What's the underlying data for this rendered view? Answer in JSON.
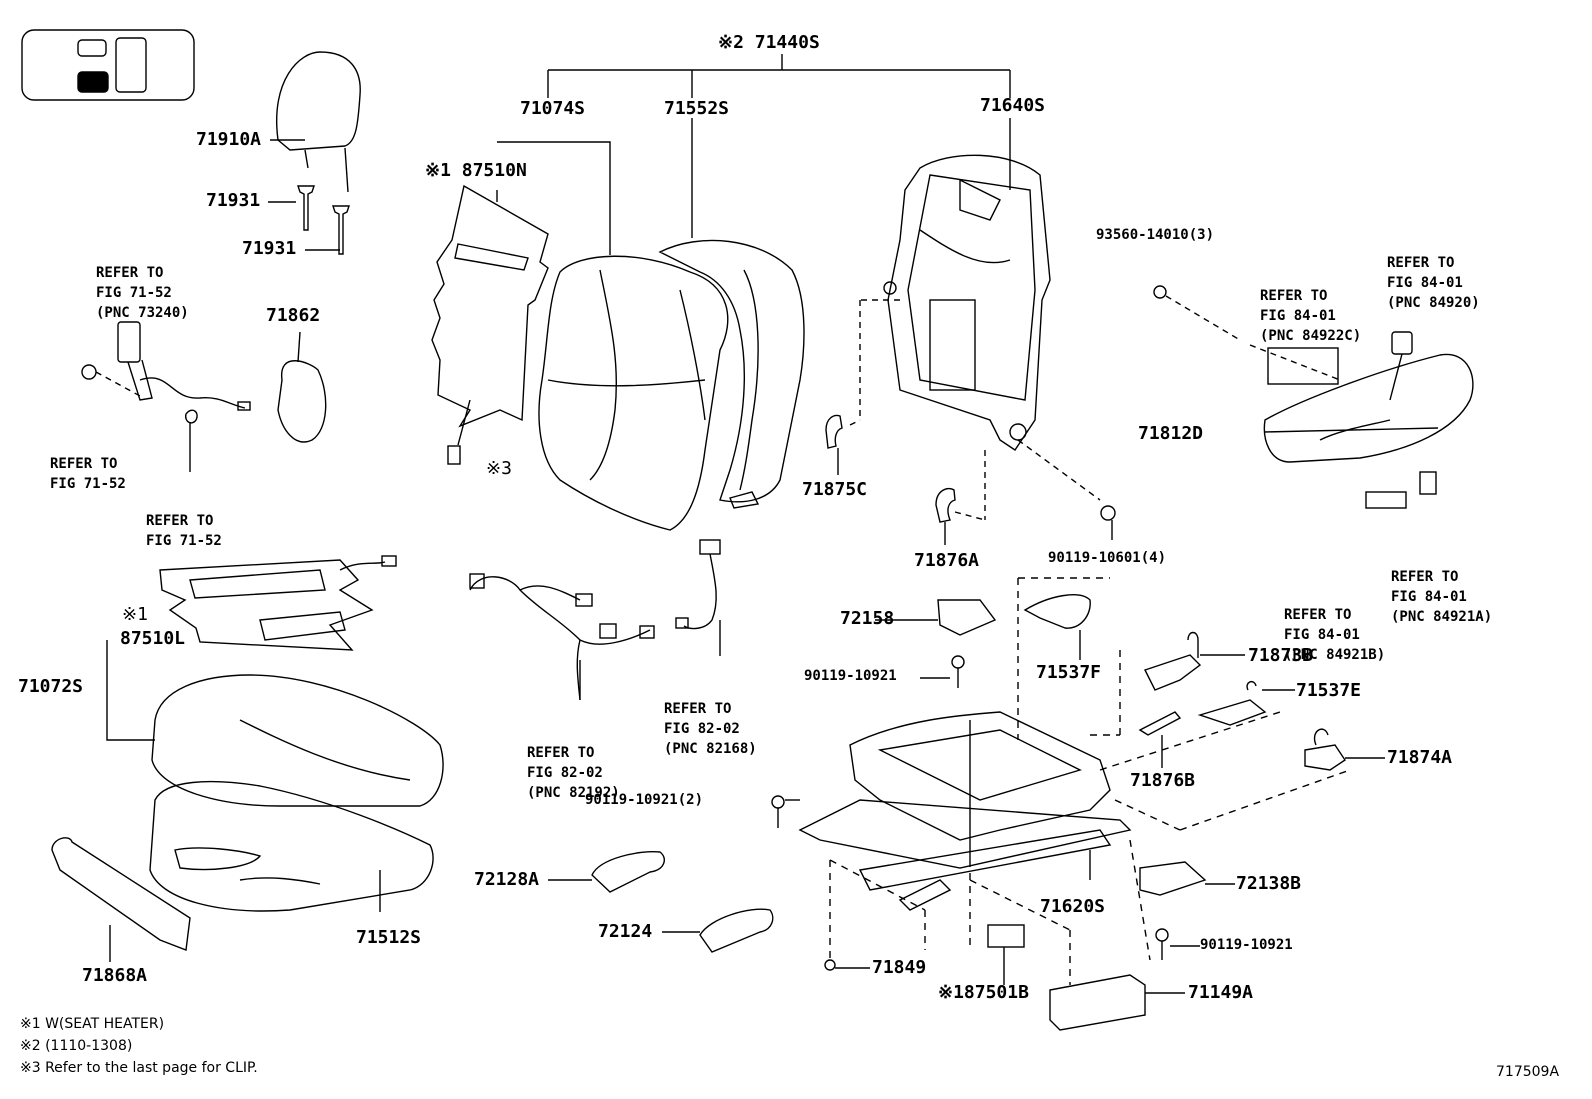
{
  "labels": {
    "p71440s": "※2 71440S",
    "p71074s": "71074S",
    "p71552s": "71552S",
    "p71640s": "71640S",
    "p87510n": "※1 87510N",
    "p71910a": "71910A",
    "p71931a": "71931",
    "p71931b": "71931",
    "p71862": "71862",
    "p93560": "93560-14010(3)",
    "p71812d": "71812D",
    "p71875c": "71875C",
    "p71876a": "71876A",
    "p90119_10601": "90119-10601(4)",
    "pc3": "※3",
    "p72158": "72158",
    "p90119_10921a": "90119-10921",
    "p71537f": "71537F",
    "p71873b": "71873B",
    "p71537e": "71537E",
    "p71874a": "71874A",
    "p71876b": "71876B",
    "pc1": "※1",
    "p87510l": "87510L",
    "p71072s": "71072S",
    "p90119_10921_2": "90119-10921(2)",
    "p72128a": "72128A",
    "p72124": "72124",
    "p71620s": "71620S",
    "p72138b": "72138B",
    "p90119_10921b": "90119-10921",
    "p71849": "71849",
    "p87501b": "※187501B",
    "p71149a": "71149A",
    "p71512s": "71512S",
    "p71868a": "71868A"
  },
  "refs": {
    "r_73240": [
      "REFER TO",
      "FIG 71-52",
      "(PNC 73240)"
    ],
    "r_7152a": [
      "REFER TO",
      "FIG 71-52"
    ],
    "r_7152b": [
      "REFER TO",
      "FIG 71-52"
    ],
    "r_84922c": [
      "REFER TO",
      "FIG 84-01",
      "(PNC 84922C)"
    ],
    "r_84920": [
      "REFER TO",
      "FIG 84-01",
      "(PNC 84920)"
    ],
    "r_84921a": [
      "REFER TO",
      "FIG 84-01",
      "(PNC 84921A)"
    ],
    "r_84921b": [
      "REFER TO",
      "FIG 84-01",
      "(PNC 84921B)"
    ],
    "r_82168": [
      "REFER TO",
      "FIG 82-02",
      "(PNC 82168)"
    ],
    "r_82192": [
      "REFER TO",
      "FIG 82-02",
      "(PNC 82192)"
    ]
  },
  "notes": {
    "n1": "※1 W(SEAT HEATER)",
    "n2": "※2 (1110-1308)",
    "n3": "※3 Refer to the last page for CLIP."
  },
  "figure_code": "717509A"
}
